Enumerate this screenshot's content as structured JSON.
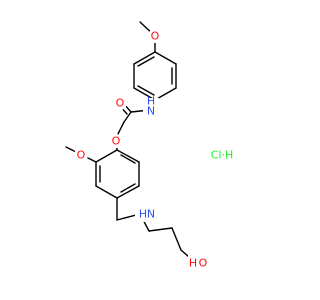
{
  "molecule": {
    "atoms": {
      "o_methoxy_top": "O",
      "n_amide": "N",
      "h_amide": "H",
      "o_carbonyl": "O",
      "o_ether": "O",
      "o_methoxy_ring": "O",
      "n_amine": "N",
      "h_amine": "H",
      "o_hydroxyl": "O",
      "h_hydroxyl": "H"
    },
    "salt": "Cl·H"
  },
  "colors": {
    "oxygen": "#ff0d0d",
    "nitrogen": "#3050f8",
    "chlorine": "#1ff01f",
    "bond": "#000000"
  }
}
